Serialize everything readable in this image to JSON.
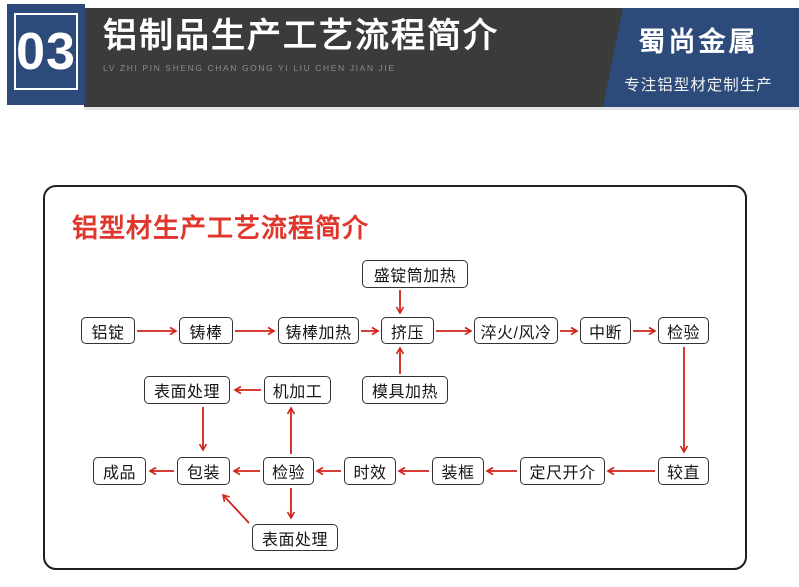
{
  "header": {
    "number": "03",
    "title": "铝制品生产工艺流程简介",
    "subtitle": "LV ZHI PIN SHENG CHAN GONG YI LIU CHEN JIAN JIE",
    "brand": "蜀尚金属",
    "brand_tagline": "专注铝型材定制生产"
  },
  "colors": {
    "accent_blue": "#2c4a7a",
    "header_dark": "#3b3b3b",
    "arrow_red": "#d02318",
    "chart_title_red": "#e0362c"
  },
  "flowchart": {
    "title": "铝型材生产工艺流程简介",
    "nodes": [
      {
        "id": "aluminum-ingot",
        "label": "铝锭"
      },
      {
        "id": "cast-rod",
        "label": "铸棒"
      },
      {
        "id": "cast-rod-heating",
        "label": "铸棒加热"
      },
      {
        "id": "extrusion",
        "label": "挤压"
      },
      {
        "id": "quench-air-cooling",
        "label": "淬火/风冷"
      },
      {
        "id": "interruption",
        "label": "中断"
      },
      {
        "id": "inspection-1",
        "label": "检验"
      },
      {
        "id": "ingot-container-heating",
        "label": "盛锭筒加热"
      },
      {
        "id": "surface-treatment-1",
        "label": "表面处理"
      },
      {
        "id": "machining",
        "label": "机加工"
      },
      {
        "id": "mold-heating",
        "label": "模具加热"
      },
      {
        "id": "finished-product",
        "label": "成品"
      },
      {
        "id": "packaging",
        "label": "包装"
      },
      {
        "id": "inspection-2",
        "label": "检验"
      },
      {
        "id": "aging",
        "label": "时效"
      },
      {
        "id": "framing",
        "label": "装框"
      },
      {
        "id": "cut-to-length",
        "label": "定尺开介"
      },
      {
        "id": "straightening",
        "label": "较直"
      },
      {
        "id": "surface-treatment-2",
        "label": "表面处理"
      }
    ]
  }
}
